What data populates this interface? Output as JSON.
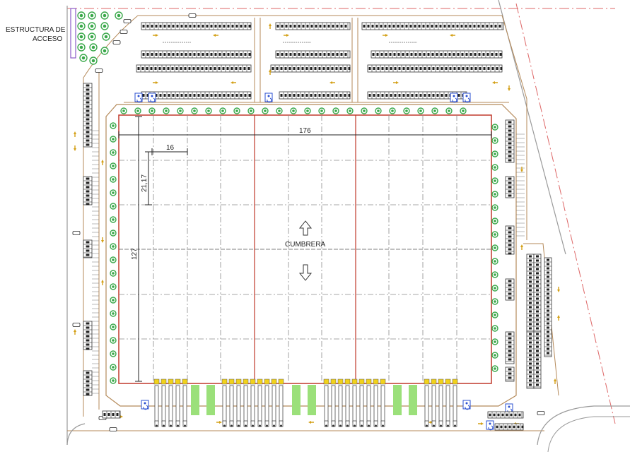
{
  "labels": {
    "access_structure_line1": "ESTRUCTURA DE",
    "access_structure_line2": "ACCESO",
    "ridge": "CUMBRERA",
    "total_width": "176",
    "total_depth": "127",
    "bay_width": "16",
    "bay_depth": "21,17"
  },
  "colors": {
    "outline": "#b58a5a",
    "building_red": "#c0392b",
    "grid": "#8a8a8a",
    "tree_green": "#3aa84a",
    "loading_green": "#9be07a",
    "dock_yellow": "#f2d21b",
    "accessible_blue": "#2a4fd0",
    "arrow_gold": "#d4a017"
  }
}
